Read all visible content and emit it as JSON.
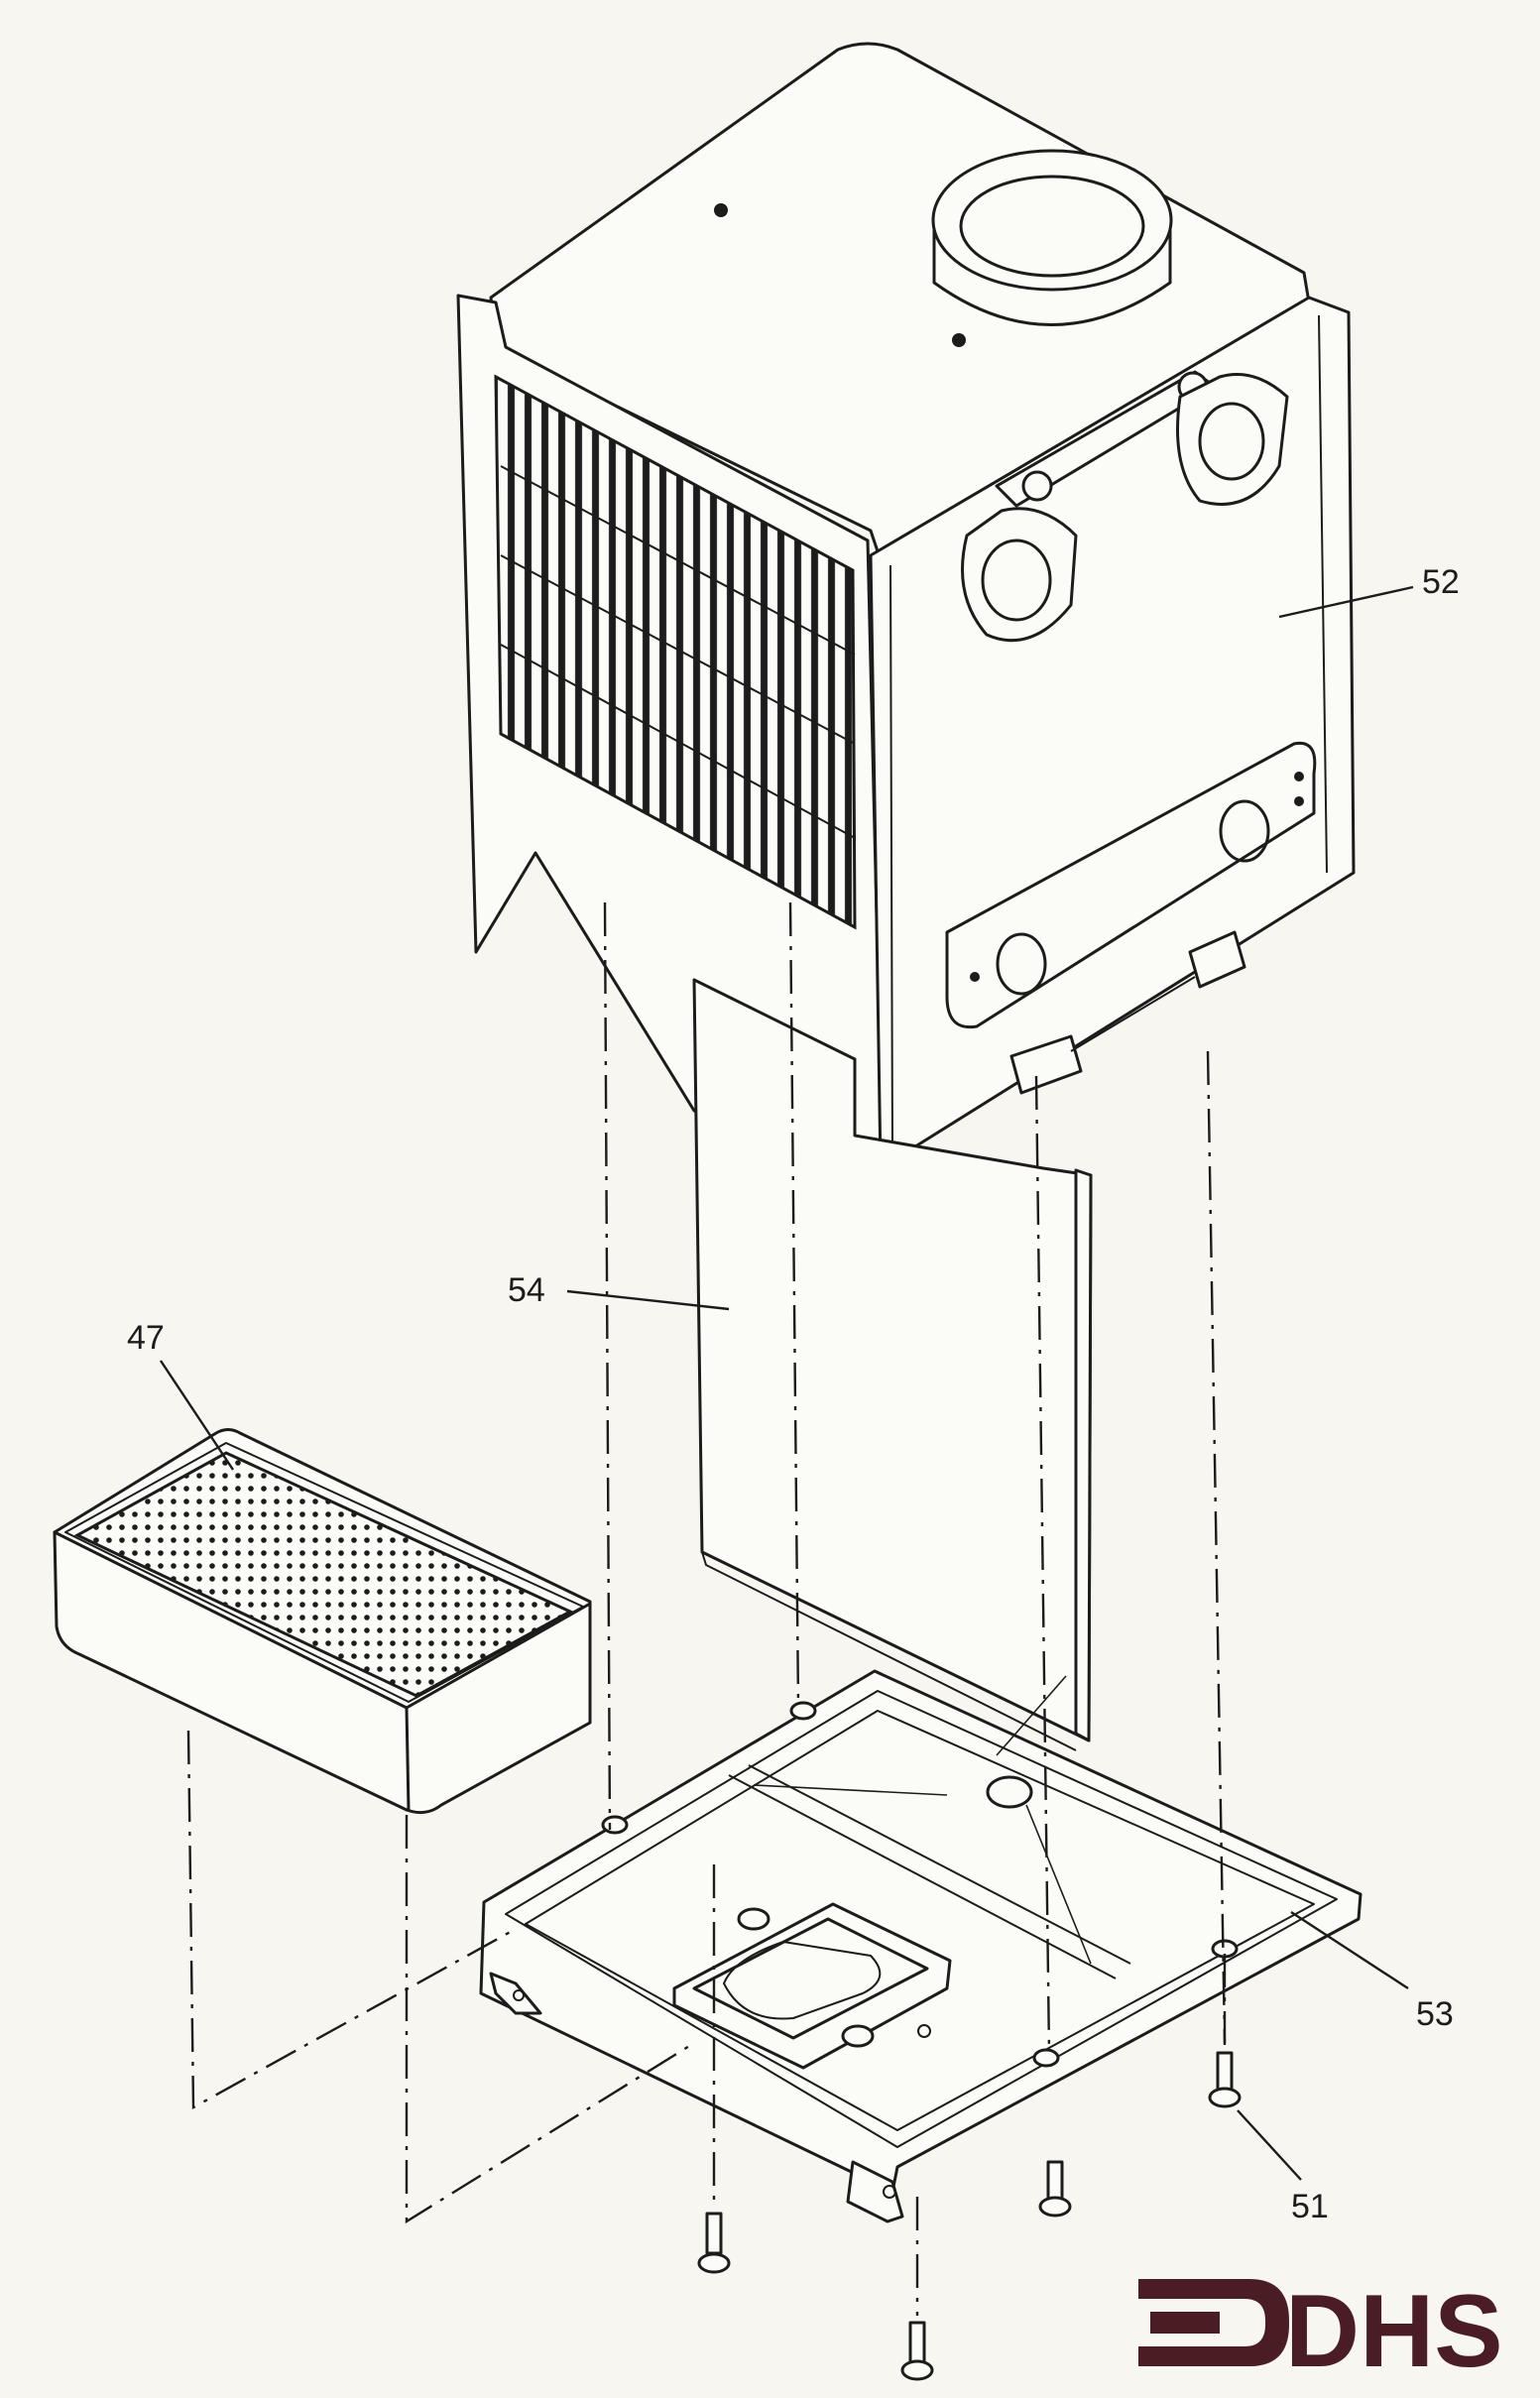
{
  "diagram": {
    "part_labels": [
      "52",
      "54",
      "47",
      "53",
      "51"
    ]
  },
  "logo": {
    "text": "DHS",
    "color": "#4a1d24"
  },
  "colors": {
    "ink": "#1c1c1c",
    "paper": "#f7f6f1"
  }
}
